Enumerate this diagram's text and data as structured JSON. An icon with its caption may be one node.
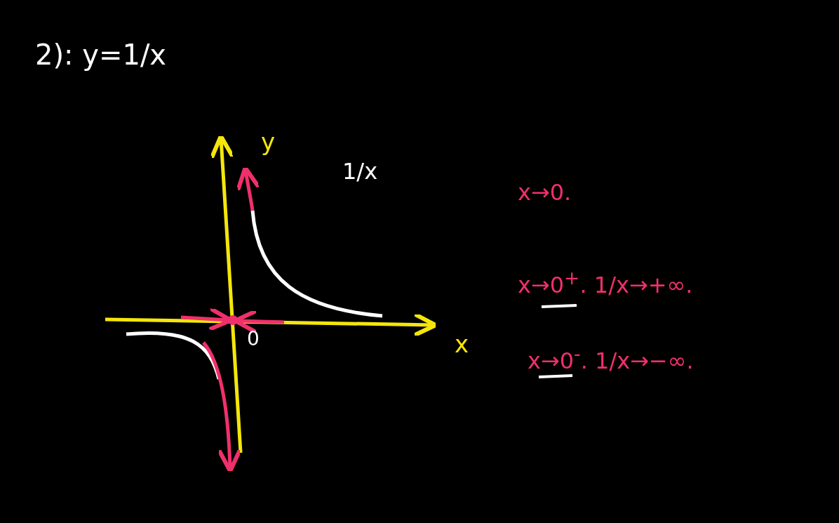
{
  "diagram": {
    "title": "2): y=1/x",
    "labels": [
      "y",
      "1/x",
      "0",
      "x",
      "x→0.",
      "x→0$^{+}$. 1/x→+∞.",
      "x→0$^{-}$. 1/x→−∞."
    ]
  }
}
